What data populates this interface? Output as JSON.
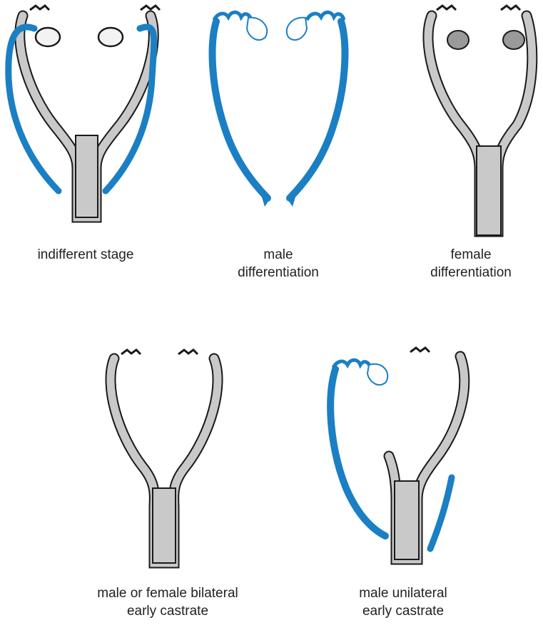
{
  "colors": {
    "duct_blue": "#1b7fc4",
    "duct_gray": "#c9c9c9",
    "outline": "#1a1a1a",
    "text": "#222222"
  },
  "panels": [
    {
      "id": "indifferent",
      "caption": [
        "indifferent stage"
      ]
    },
    {
      "id": "male",
      "caption": [
        "male",
        "differentiation"
      ]
    },
    {
      "id": "female",
      "caption": [
        "female",
        "differentiation"
      ]
    },
    {
      "id": "bilateral",
      "caption": [
        "male or female bilateral",
        "early castrate"
      ]
    },
    {
      "id": "unilateral",
      "caption": [
        "male unilateral",
        "early castrate"
      ]
    }
  ]
}
